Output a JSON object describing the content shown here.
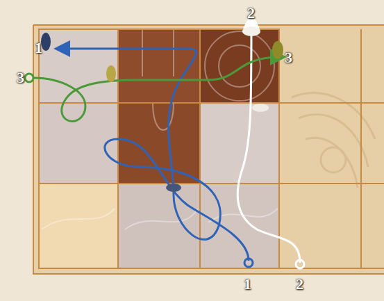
{
  "diagram": {
    "labels": [
      "2",
      "1",
      "3",
      "3",
      "1",
      "2"
    ]
  }
}
